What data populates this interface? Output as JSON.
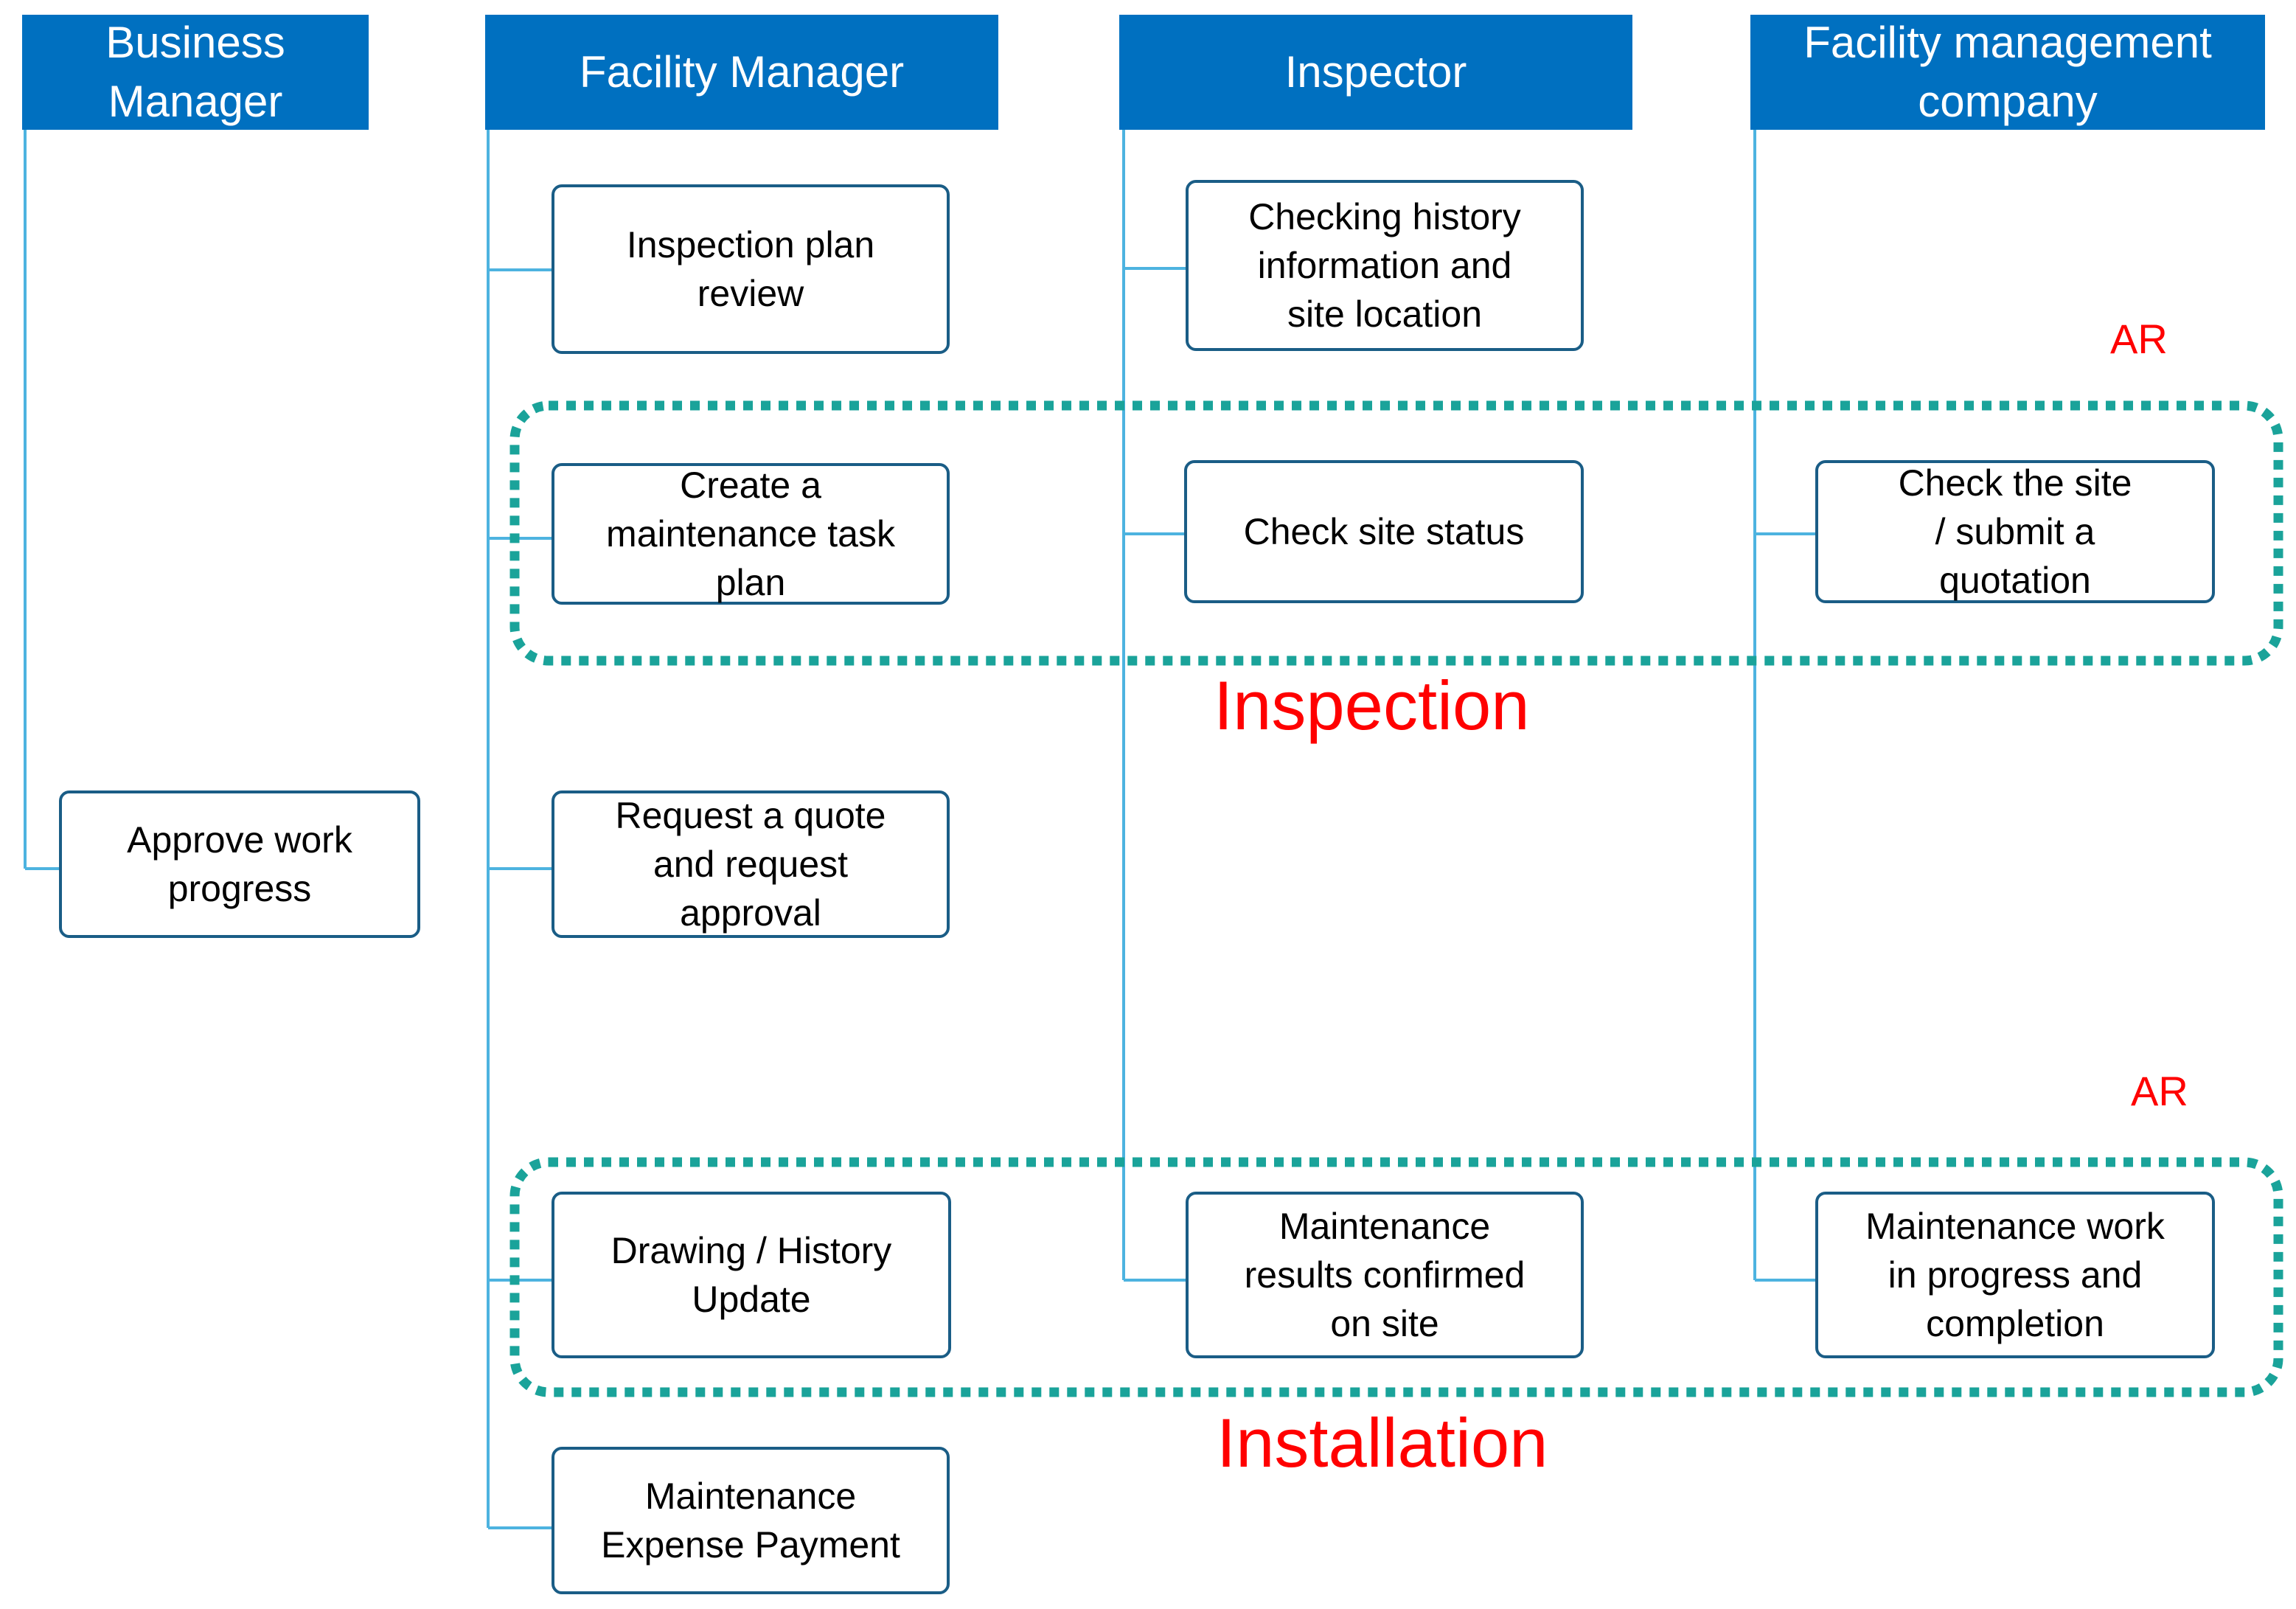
{
  "colors": {
    "header_fill": "#0070c0",
    "connector": "#4db3e0",
    "box_border": "#1a5d86",
    "group_outline": "#1aa39a",
    "annotation": "#ff0000"
  },
  "lanes": [
    {
      "title": "Business\nManager",
      "steps": [
        "Approve work\nprogress"
      ]
    },
    {
      "title": "Facility Manager",
      "steps": [
        "Inspection plan\nreview",
        "Create a\nmaintenance task\nplan",
        "Request a quote\nand request\napproval",
        "Drawing / History\nUpdate",
        "Maintenance\nExpense Payment"
      ]
    },
    {
      "title": "Inspector",
      "steps": [
        "Checking history\ninformation and\nsite location",
        "Check site status",
        "Maintenance\nresults confirmed\non site"
      ]
    },
    {
      "title": "Facility management\ncompany",
      "steps": [
        "Check the site\n/ submit a\nquotation",
        "Maintenance work\nin progress and\ncompletion"
      ]
    }
  ],
  "groups": [
    {
      "label": "Inspection",
      "tag": "AR"
    },
    {
      "label": "Installation",
      "tag": "AR"
    }
  ]
}
